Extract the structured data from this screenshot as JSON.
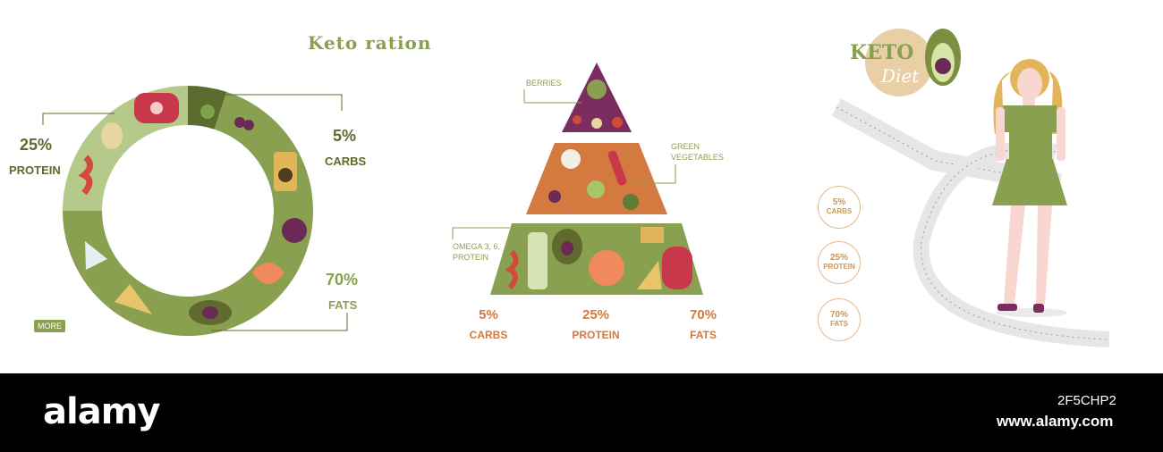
{
  "title": "Keto ration",
  "chart_data": [
    {
      "type": "pie",
      "variant": "donut",
      "categories": [
        "PROTEIN",
        "CARBS",
        "FATS"
      ],
      "values": [
        25,
        5,
        70
      ],
      "labels": [
        "25%",
        "5%",
        "70%"
      ],
      "colors": [
        "#b5c98b",
        "#5c6b2e",
        "#8aa051"
      ]
    },
    {
      "type": "pyramid",
      "levels": [
        "BERRIES",
        "GREEN VEGETABLES",
        "OMEGA 3, 6, PROTEIN"
      ],
      "level_colors": [
        "#7a2d5e",
        "#d4793f",
        "#8aa051"
      ],
      "categories": [
        "CARBS",
        "PROTEIN",
        "FATS"
      ],
      "values": [
        5,
        25,
        70
      ],
      "labels": [
        "5%",
        "25%",
        "70%"
      ]
    },
    {
      "type": "table",
      "categories": [
        "CARBS",
        "PROTEIN",
        "FATS"
      ],
      "values": [
        5,
        25,
        70
      ],
      "labels": [
        "5%",
        "25%",
        "70%"
      ]
    }
  ],
  "donut": {
    "protein_pct": "25%",
    "protein_label": "PROTEIN",
    "carbs_pct": "5%",
    "carbs_label": "CARBS",
    "fats_pct": "70%",
    "fats_label": "FATS",
    "more_label": "MORE"
  },
  "pyramid": {
    "berries_label": "BERRIES",
    "green_label_1": "GREEN",
    "green_label_2": "VEGETABLES",
    "omega_label_1": "OMEGA 3, 6,",
    "omega_label_2": "PROTEIN",
    "carbs_pct": "5%",
    "carbs_label": "CARBS",
    "protein_pct": "25%",
    "protein_label": "PROTEIN",
    "fats_pct": "70%",
    "fats_label": "FATS"
  },
  "keto_badge": {
    "word1": "KETO",
    "word2": "Diet"
  },
  "circles": [
    {
      "pct": "5%",
      "label": "CARBS"
    },
    {
      "pct": "25%",
      "label": "PROTEIN"
    },
    {
      "pct": "70%",
      "label": "FATS"
    }
  ],
  "footer": {
    "brand": "alamy",
    "image_id": "2F5CHP2",
    "url": "www.alamy.com"
  },
  "colors": {
    "olive": "#8aa051",
    "dark_olive": "#5c6b2e",
    "light_olive": "#b5c98b",
    "plum": "#7a2d5e",
    "orange": "#d4793f",
    "peach": "#e2b98f"
  }
}
